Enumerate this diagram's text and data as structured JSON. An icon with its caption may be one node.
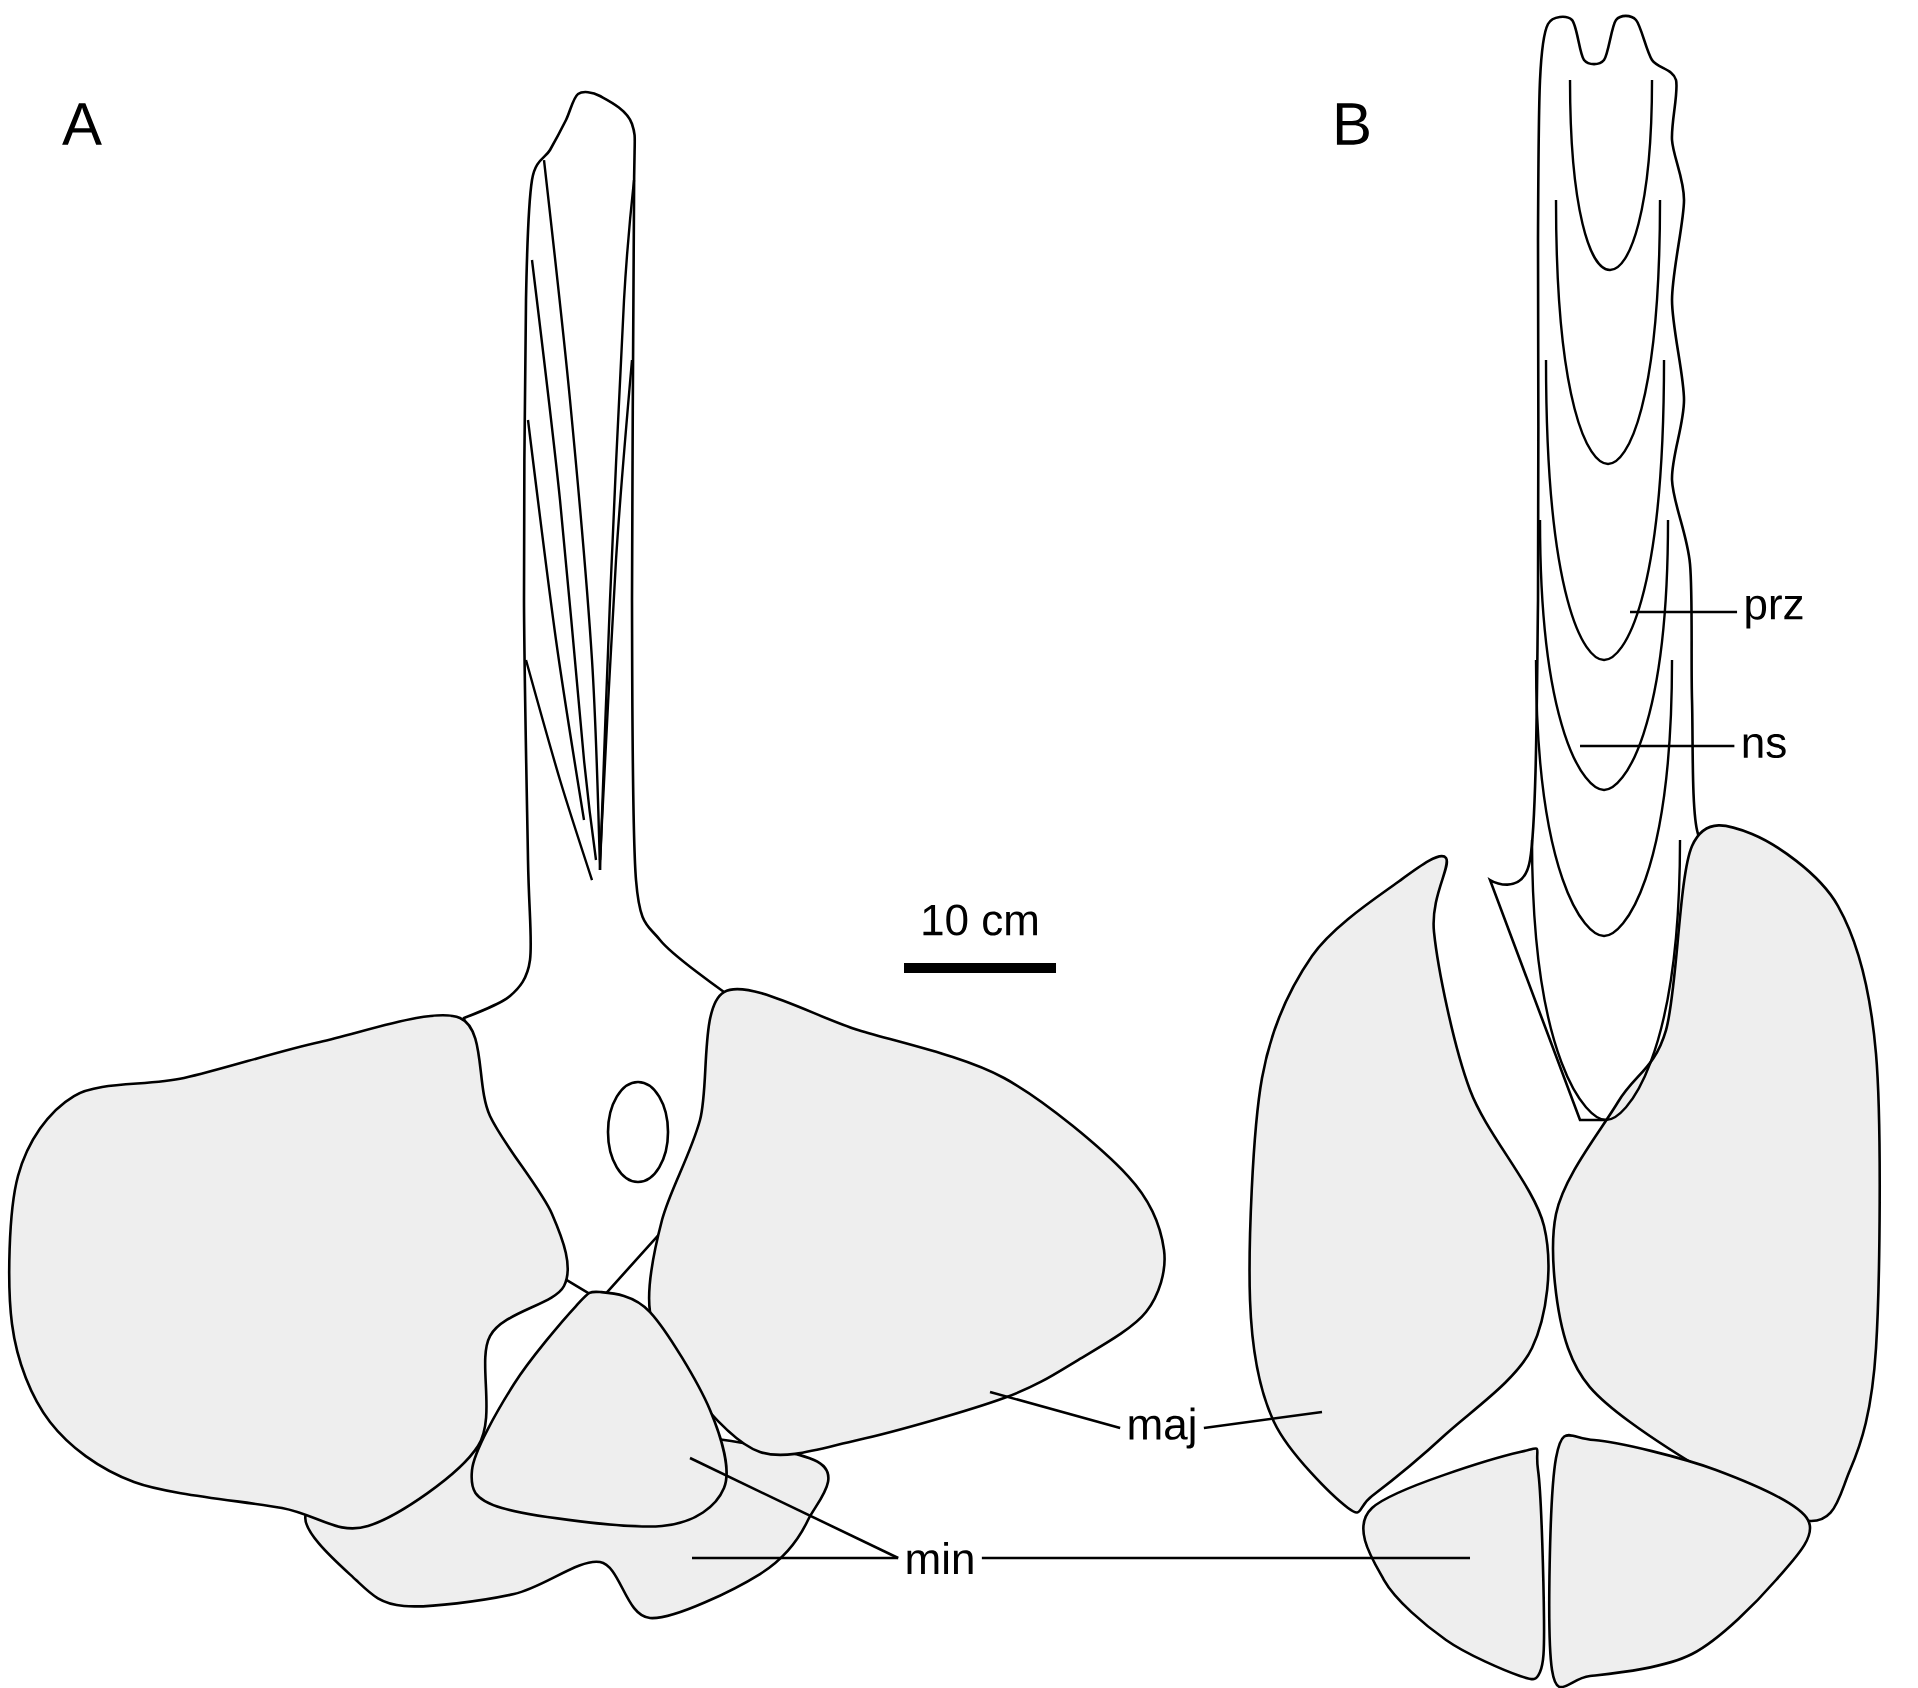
{
  "diagram": {
    "nodes": [
      {
        "text": [
          "maj"
        ]
      },
      {
        "text": [
          "min"
        ]
      },
      {
        "text": [
          "prz"
        ]
      },
      {
        "text": [
          "ns"
        ]
      }
    ],
    "edges": [
      {
        "from": 0,
        "to": null,
        "arrow": "none"
      },
      {
        "from": 0,
        "to": null,
        "arrow": "none"
      },
      {
        "from": 1,
        "to": null,
        "arrow": "none"
      },
      {
        "from": 1,
        "to": null,
        "arrow": "none"
      },
      {
        "from": 1,
        "to": null,
        "arrow": "none"
      },
      {
        "from": 2,
        "to": null,
        "arrow": "none"
      },
      {
        "from": 3,
        "to": null,
        "arrow": "none"
      }
    ],
    "labels": [
      "A",
      "B",
      "10 cm"
    ]
  }
}
